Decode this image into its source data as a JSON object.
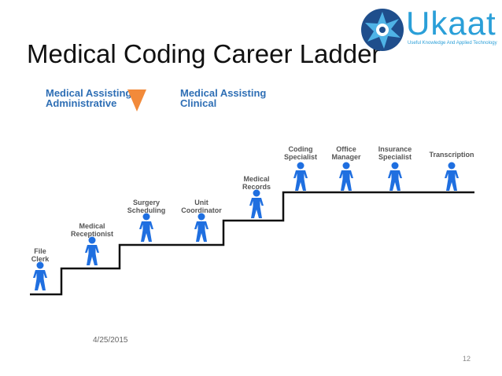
{
  "slide": {
    "title": "Medical Coding Career Ladder",
    "date": "4/25/2015",
    "page_number": "12"
  },
  "logo": {
    "wordmark": "Ukaat",
    "tagline": "Useful Knowledge And Applied Technology",
    "color": "#2a9fd8"
  },
  "legend": {
    "administrative": [
      "Medical Assisting",
      "Administrative"
    ],
    "clinical": [
      "Medical Assisting",
      "Clinical"
    ],
    "marker_color": "#f28a3a",
    "text_color": "#2f6fb5"
  },
  "roles": [
    {
      "lines": [
        "File",
        "Clerk"
      ]
    },
    {
      "lines": [
        "Medical",
        "Receptionist"
      ]
    },
    {
      "lines": [
        "Surgery",
        "Scheduling"
      ]
    },
    {
      "lines": [
        "Unit",
        "Coordinator"
      ]
    },
    {
      "lines": [
        "Medical",
        "Records"
      ]
    },
    {
      "lines": [
        "Coding",
        "Specialist"
      ]
    },
    {
      "lines": [
        "Office",
        "Manager"
      ]
    },
    {
      "lines": [
        "Insurance",
        "Specialist"
      ]
    },
    {
      "lines": [
        "Transcription"
      ]
    }
  ],
  "figure_color": "#1f6fe0"
}
